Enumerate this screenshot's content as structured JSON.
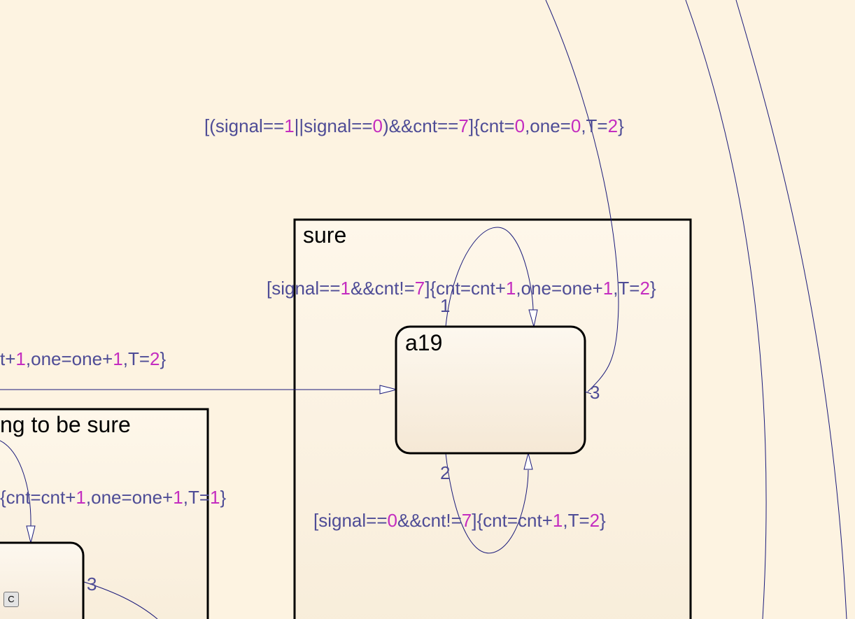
{
  "states": {
    "sure": {
      "name": "sure"
    },
    "a19": {
      "name": "a19"
    },
    "left": {
      "name": "ng to be sure"
    }
  },
  "transitions": {
    "top": {
      "parts": [
        [
          "[(signal==",
          ""
        ],
        [
          "1",
          "n"
        ],
        [
          "||signal==",
          ""
        ],
        [
          "0",
          "n"
        ],
        [
          ")&&cnt==",
          ""
        ],
        [
          "7",
          "n"
        ],
        [
          "]{cnt=",
          ""
        ],
        [
          "0",
          "n"
        ],
        [
          ",one=",
          ""
        ],
        [
          "0",
          "n"
        ],
        [
          ",T=",
          ""
        ],
        [
          "2",
          "n"
        ],
        [
          "}",
          ""
        ]
      ]
    },
    "self_one": {
      "parts": [
        [
          "[signal==",
          ""
        ],
        [
          "1",
          "n"
        ],
        [
          "&&cnt!=",
          ""
        ],
        [
          "7",
          "n"
        ],
        [
          "]{cnt=cnt+",
          ""
        ],
        [
          "1",
          "n"
        ],
        [
          ",one=one+",
          ""
        ],
        [
          "1",
          "n"
        ],
        [
          ",T=",
          ""
        ],
        [
          "2",
          "n"
        ],
        [
          "}",
          ""
        ]
      ]
    },
    "entry": {
      "parts": [
        [
          "t+",
          ""
        ],
        [
          "1",
          "n"
        ],
        [
          ",one=one+",
          ""
        ],
        [
          "1",
          "n"
        ],
        [
          ",T=",
          ""
        ],
        [
          "2",
          "n"
        ],
        [
          "}",
          ""
        ]
      ]
    },
    "left_self": {
      "parts": [
        [
          "{cnt=cnt+",
          ""
        ],
        [
          "1",
          "n"
        ],
        [
          ",one=one+",
          ""
        ],
        [
          "1",
          "n"
        ],
        [
          ",T=",
          ""
        ],
        [
          "1",
          "n"
        ],
        [
          "}",
          ""
        ]
      ]
    },
    "self_zero": {
      "parts": [
        [
          "[signal==",
          ""
        ],
        [
          "0",
          "n"
        ],
        [
          "&&cnt!=",
          ""
        ],
        [
          "7",
          "n"
        ],
        [
          "]{cnt=cnt+",
          ""
        ],
        [
          "1",
          "n"
        ],
        [
          ",T=",
          ""
        ],
        [
          "2",
          "n"
        ],
        [
          "}",
          ""
        ]
      ]
    }
  },
  "order_numbers": {
    "self_one": "1",
    "self_zero": "2",
    "a19_exit": "3",
    "left_exit": "3"
  },
  "badge": "C",
  "colors": {
    "background": "#fdf3e1",
    "label": "#4e4c96",
    "number": "#c42dc0",
    "line": "#1a1a7a"
  }
}
